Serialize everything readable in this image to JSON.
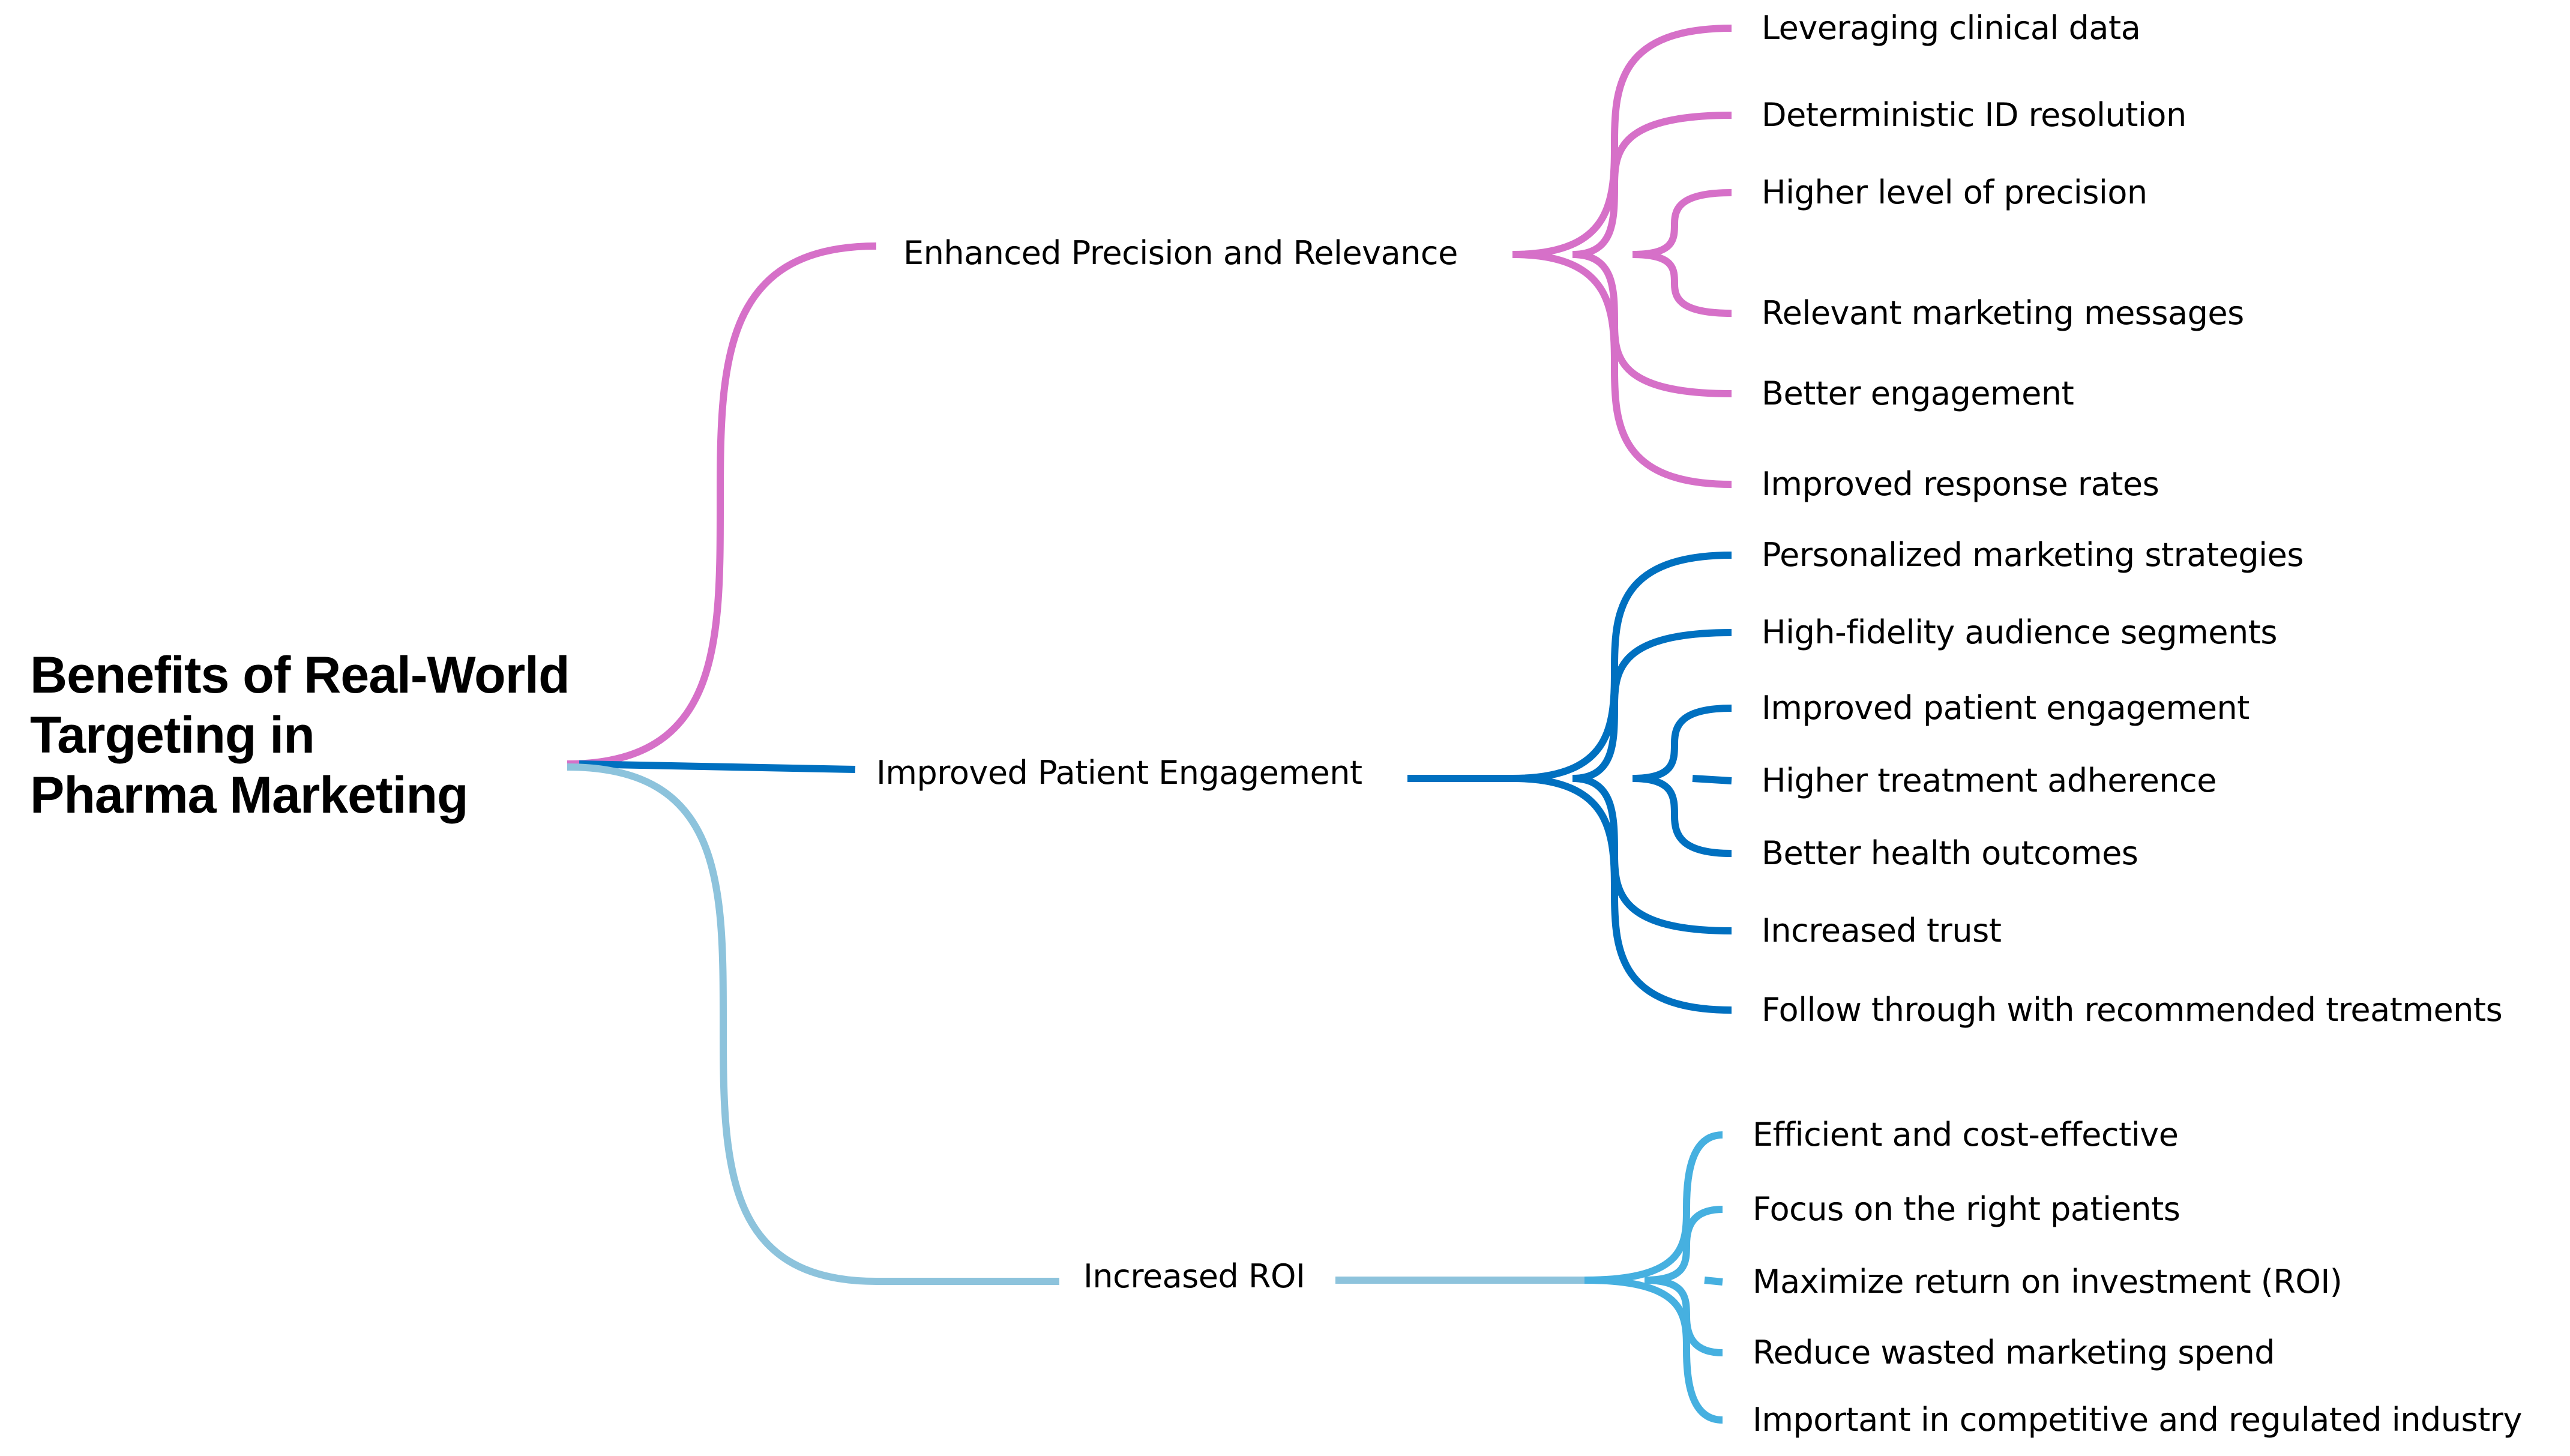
{
  "title": {
    "lines": [
      "Benefits of Real-World",
      "Targeting in",
      "Pharma Marketing"
    ]
  },
  "colors": {
    "branch_1": "#D670C8",
    "branch_2": "#0070C0",
    "branch_3_stem": "#8DC3DC",
    "branch_3_leaves": "#46B0E0",
    "text": "#000000"
  },
  "branches": [
    {
      "label": "Enhanced Precision and Relevance",
      "leaves": [
        "Leveraging clinical data",
        "Deterministic ID resolution",
        "Higher level of precision",
        "Relevant marketing messages",
        "Better engagement",
        "Improved response rates"
      ]
    },
    {
      "label": "Improved Patient Engagement",
      "leaves": [
        "Personalized marketing strategies",
        "High-fidelity audience segments",
        "Improved patient engagement",
        "Higher treatment adherence",
        "Better health outcomes",
        "Increased trust",
        "Follow through with recommended treatments"
      ]
    },
    {
      "label": "Increased ROI",
      "leaves": [
        "Efficient and cost-effective",
        "Focus on the right patients",
        "Maximize return on investment (ROI)",
        "Reduce wasted marketing spend",
        "Important in competitive and regulated industry"
      ]
    }
  ]
}
